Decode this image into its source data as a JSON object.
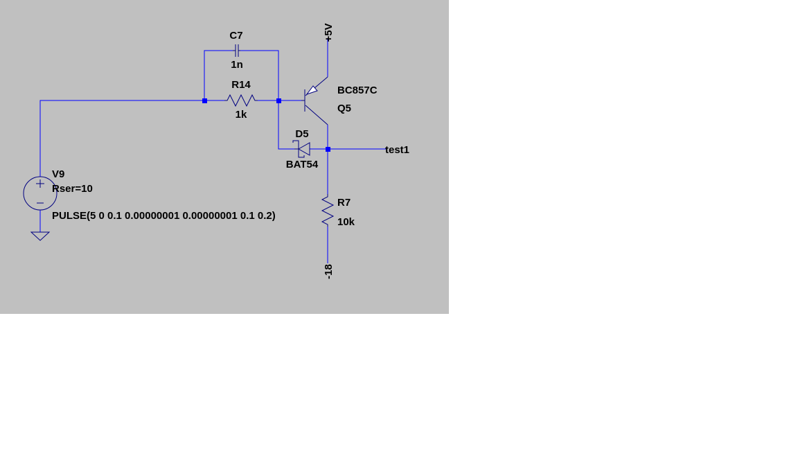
{
  "colors": {
    "canvas_background": "#c0c0c0",
    "page_background": "#ffffff",
    "wire": "#0000ff",
    "component": "#000080",
    "text": "#000000"
  },
  "components": {
    "c7": {
      "name": "C7",
      "value": "1n"
    },
    "r14": {
      "name": "R14",
      "value": "1k"
    },
    "q5": {
      "name": "Q5",
      "model": "BC857C"
    },
    "d5": {
      "name": "D5",
      "model": "BAT54"
    },
    "r7": {
      "name": "R7",
      "value": "10k"
    },
    "v9": {
      "name": "V9",
      "rser": "Rser=10",
      "value": "PULSE(5 0 0.1 0.00000001 0.00000001 0.1 0.2)"
    }
  },
  "nets": {
    "supply_pos": "+5V",
    "supply_neg": "-18",
    "output": "test1"
  },
  "icons": {
    "ground": "ground-icon",
    "voltage_source": "voltage-source-icon"
  }
}
